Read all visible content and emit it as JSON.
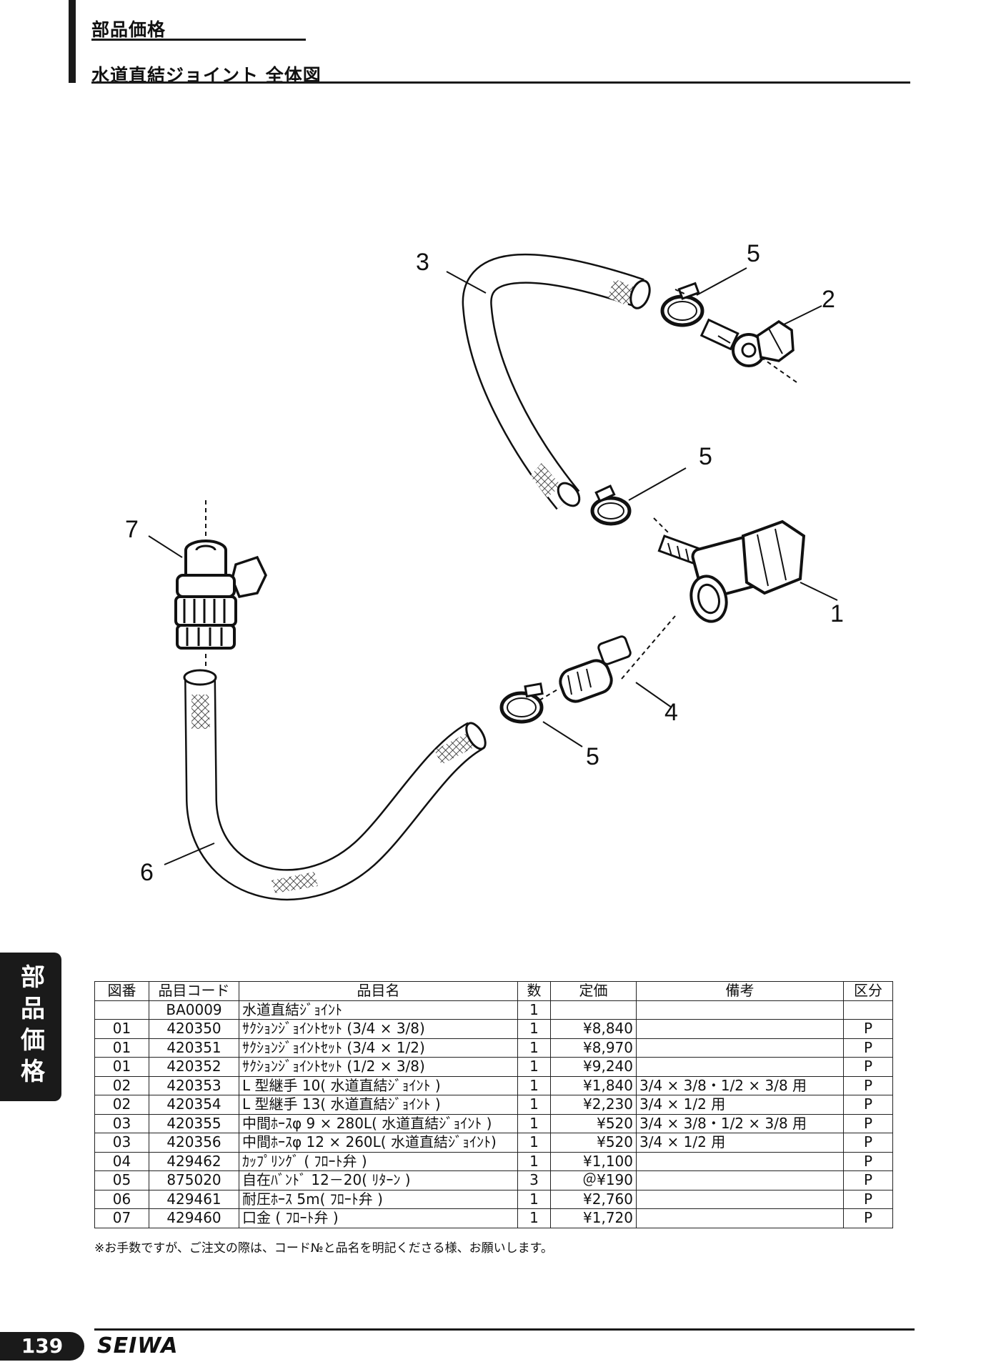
{
  "header": {
    "section": "部品価格",
    "title": "水道直結ジョイント 全体図"
  },
  "side_tab": "部品価格",
  "diagram": {
    "callouts": [
      "3",
      "5",
      "2",
      "5",
      "7",
      "1",
      "4",
      "5",
      "6"
    ]
  },
  "table": {
    "headers": [
      "図番",
      "品目コード",
      "品目名",
      "数",
      "定価",
      "備考",
      "区分"
    ],
    "rows": [
      [
        "",
        "BA0009",
        "水道直結ｼﾞｮｲﾝﾄ",
        "1",
        "",
        "",
        ""
      ],
      [
        "01",
        "420350",
        "ｻｸｼｮﾝｼﾞｮｲﾝﾄｾｯﾄ (3/4 × 3/8)",
        "1",
        "¥8,840",
        "",
        "P"
      ],
      [
        "01",
        "420351",
        "ｻｸｼｮﾝｼﾞｮｲﾝﾄｾｯﾄ (3/4 × 1/2)",
        "1",
        "¥8,970",
        "",
        "P"
      ],
      [
        "01",
        "420352",
        "ｻｸｼｮﾝｼﾞｮｲﾝﾄｾｯﾄ (1/2 × 3/8)",
        "1",
        "¥9,240",
        "",
        "P"
      ],
      [
        "02",
        "420353",
        "L 型継手 10( 水道直結ｼﾞｮｲﾝﾄ )",
        "1",
        "¥1,840",
        "3/4 × 3/8・1/2 × 3/8 用",
        "P"
      ],
      [
        "02",
        "420354",
        "L 型継手 13( 水道直結ｼﾞｮｲﾝﾄ )",
        "1",
        "¥2,230",
        "3/4 × 1/2 用",
        "P"
      ],
      [
        "03",
        "420355",
        "中間ﾎｰｽφ 9 × 280L( 水道直結ｼﾞｮｲﾝﾄ )",
        "1",
        "¥520",
        "3/4 × 3/8・1/2 × 3/8 用",
        "P"
      ],
      [
        "03",
        "420356",
        "中間ﾎｰｽφ 12 × 260L( 水道直結ｼﾞｮｲﾝﾄ)",
        "1",
        "¥520",
        "3/4 × 1/2 用",
        "P"
      ],
      [
        "04",
        "429462",
        "ｶｯﾌﾟﾘﾝｸﾞ ( ﾌﾛｰﾄ弁 )",
        "1",
        "¥1,100",
        "",
        "P"
      ],
      [
        "05",
        "875020",
        "自在ﾊﾞﾝﾄﾞ 12－20( ﾘﾀｰﾝ )",
        "3",
        "＠¥190",
        "",
        "P"
      ],
      [
        "06",
        "429461",
        "耐圧ﾎｰｽ 5m( ﾌﾛｰﾄ弁 )",
        "1",
        "¥2,760",
        "",
        "P"
      ],
      [
        "07",
        "429460",
        "口金 ( ﾌﾛｰﾄ弁 )",
        "1",
        "¥1,720",
        "",
        "P"
      ]
    ]
  },
  "note": "※お手数ですが、ご注文の際は、コード№と品名を明記くださる様、お願いします。",
  "footer": {
    "page_number": "139",
    "logo": "SEIWA"
  }
}
